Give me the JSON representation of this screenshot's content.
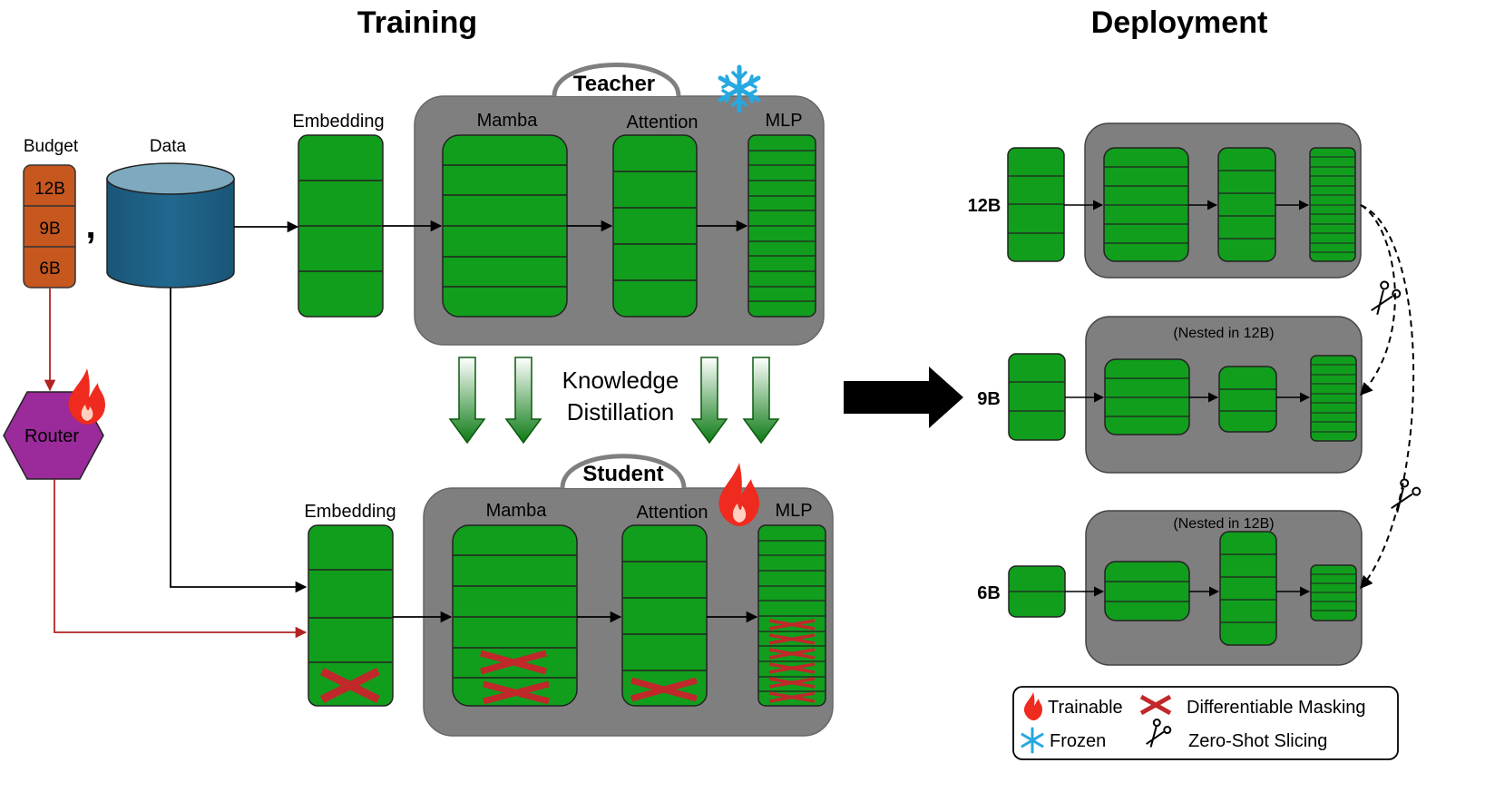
{
  "titles": {
    "training": "Training",
    "deployment": "Deployment"
  },
  "inputs": {
    "budget_label": "Budget",
    "budget_options": [
      "12B",
      "9B",
      "6B"
    ],
    "comma": ",",
    "data_label": "Data",
    "router_label": "Router"
  },
  "teacher": {
    "label": "Teacher",
    "embedding": "Embedding",
    "mamba": "Mamba",
    "attention": "Attention",
    "mlp": "MLP"
  },
  "distillation": {
    "line1": "Knowledge",
    "line2": "Distillation"
  },
  "student": {
    "label": "Student",
    "embedding": "Embedding",
    "mamba": "Mamba",
    "attention": "Attention",
    "mlp": "MLP"
  },
  "deployment": {
    "models": [
      {
        "label": "12B",
        "note": ""
      },
      {
        "label": "9B",
        "note": "(Nested in 12B)"
      },
      {
        "label": "6B",
        "note": "(Nested in 12B)"
      }
    ]
  },
  "legend": {
    "trainable": "Trainable",
    "frozen": "Frozen",
    "masking": "Differentiable Masking",
    "slicing": "Zero-Shot Slicing"
  },
  "colors": {
    "block_green": "#119e1d",
    "module_gray": "#7f7f7f",
    "budget_orange": "#c5571f",
    "cylinder_blue": "#1d5e82",
    "router_purple": "#9b2a9b",
    "mask_red": "#c0282a",
    "router_line": "#b22222"
  }
}
